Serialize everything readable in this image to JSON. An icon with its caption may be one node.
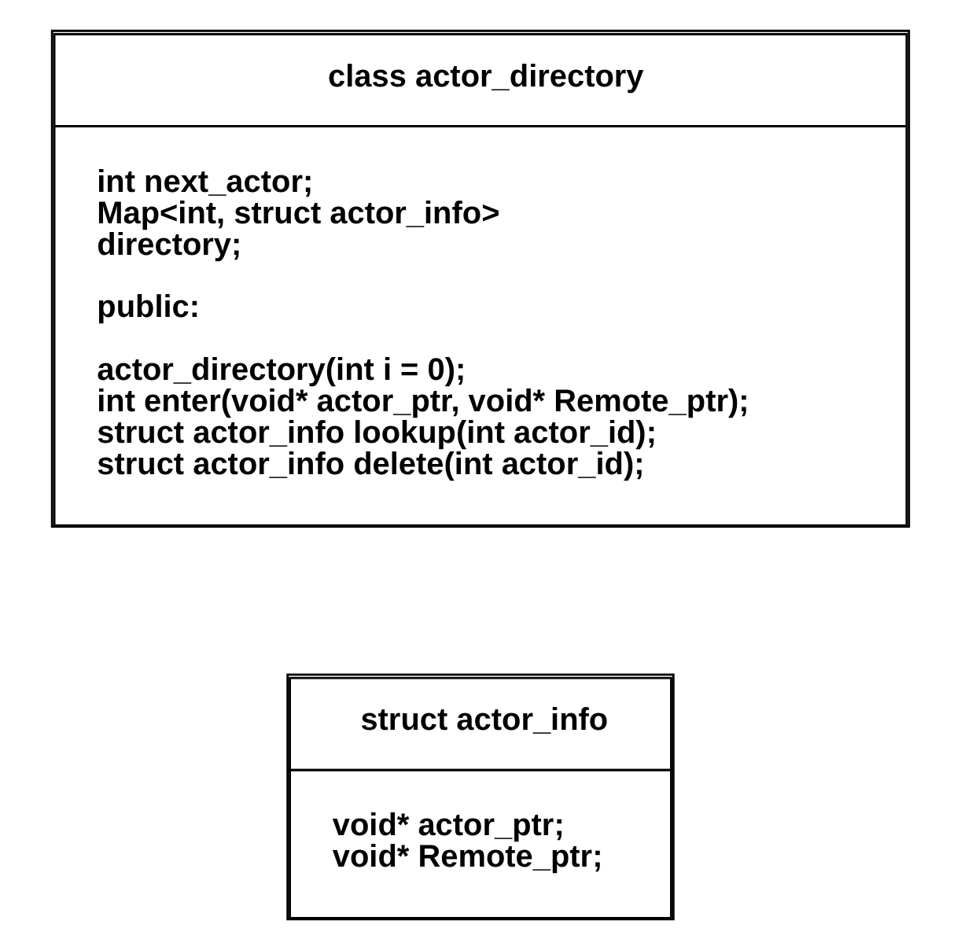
{
  "diagram": {
    "nodes": [
      {
        "text": [
          "struct actor_info",
          "void* actor_ptr; void* Remote_ptr;"
        ]
      },
      {
        "text": [
          "class actor_directory",
          "int next_actor; Map<int, struct actor_info> directory;",
          "public:",
          "actor_directory(int i = 0); int enter(void* actor_ptr, void* Remote_ptr); struct actor_info lookup(int actor_id); struct actor_info delete(int actor_id);"
        ]
      }
    ]
  }
}
